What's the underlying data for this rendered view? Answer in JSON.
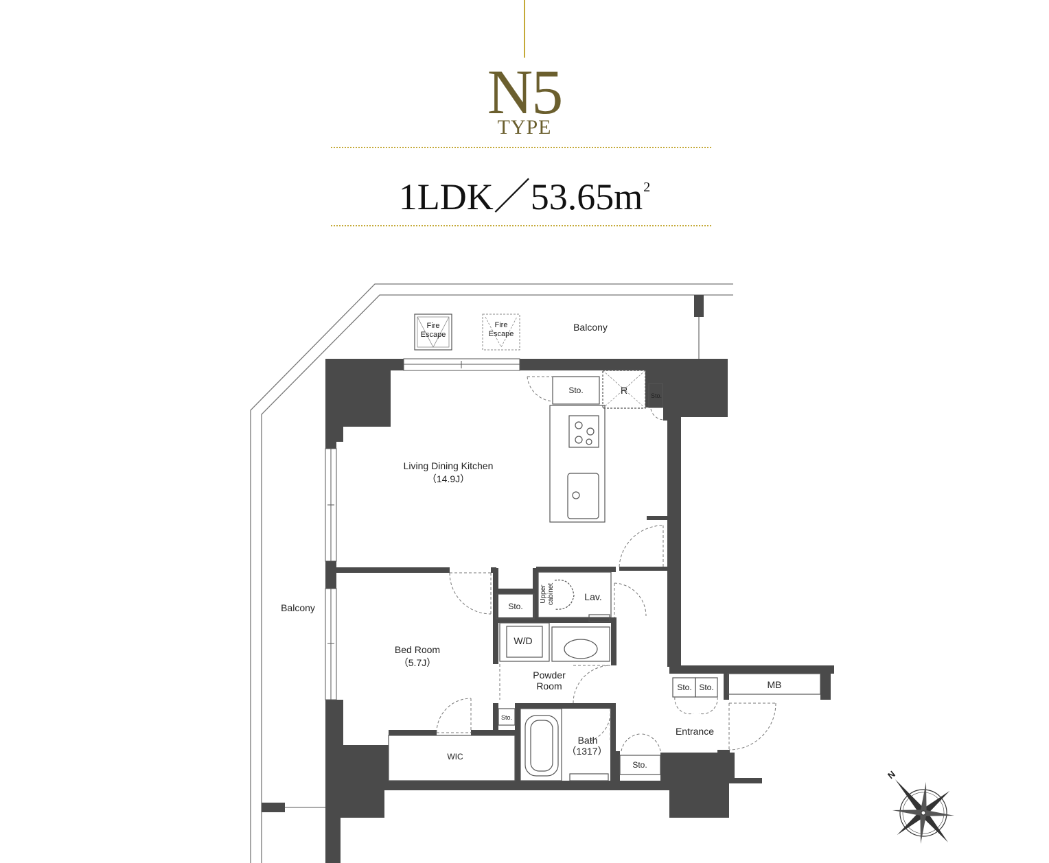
{
  "header": {
    "type_code": "N5",
    "type_word": "TYPE",
    "layout": "1LDK",
    "separator": "／",
    "area": "53.65",
    "area_unit": "m",
    "area_unit_sup": "2"
  },
  "rooms": {
    "ldk_name": "Living Dining Kitchen",
    "ldk_size": "（14.9J）",
    "bed_name": "Bed Room",
    "bed_size": "（5.7J）",
    "powder_line1": "Powder",
    "powder_line2": "Room",
    "bath_name": "Bath",
    "bath_size": "（1317）",
    "lav": "Lav.",
    "upper_line1": "Upper",
    "upper_line2": "cabinet",
    "wd": "W/D",
    "wic": "WIC",
    "entrance": "Entrance",
    "mb": "MB",
    "sto": "Sto.",
    "refrigerator": "R",
    "balcony": "Balcony",
    "fire_line1": "Fire",
    "fire_line2": "Escape"
  },
  "compass": {
    "north": "N"
  },
  "colors": {
    "gold": "#c4a937",
    "olive": "#6b5f2e",
    "wall": "#4a4a4a"
  }
}
